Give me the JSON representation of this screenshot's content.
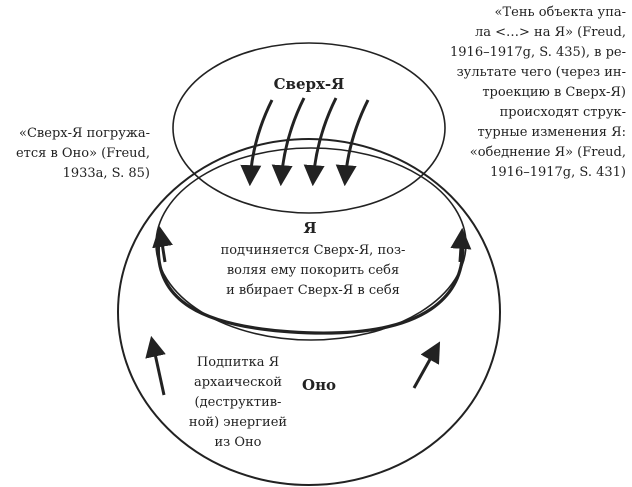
{
  "labels": {
    "superego": "Сверх-Я",
    "ego": "Я",
    "id": "Оно"
  },
  "ego_text": [
    "подчиняется Сверх-Я, поз-",
    "воляя ему покорить себя",
    "и вбирает Сверх-Я в себя"
  ],
  "left_quote": [
    "«Сверх-Я погружа-",
    "ется в Оно» (Freud,",
    "1933a, S. 85)"
  ],
  "right_quote": [
    "«Тень объекта упа-",
    "ла <…> на Я» (Freud,",
    "1916–1917g, S. 435), в ре-",
    "зультате чего (через ин-",
    "троекцию в Сверх-Я)",
    "происходят струк-",
    "турные изменения Я:",
    "«обеднение Я» (Freud,",
    "1916–1917g, S. 431)"
  ],
  "id_text": [
    "Подпитка Я",
    "архаической",
    "(деструктив-",
    "ной) энергией",
    "из Оно"
  ],
  "colors": {
    "ink": "#222222",
    "background": "#ffffff"
  }
}
